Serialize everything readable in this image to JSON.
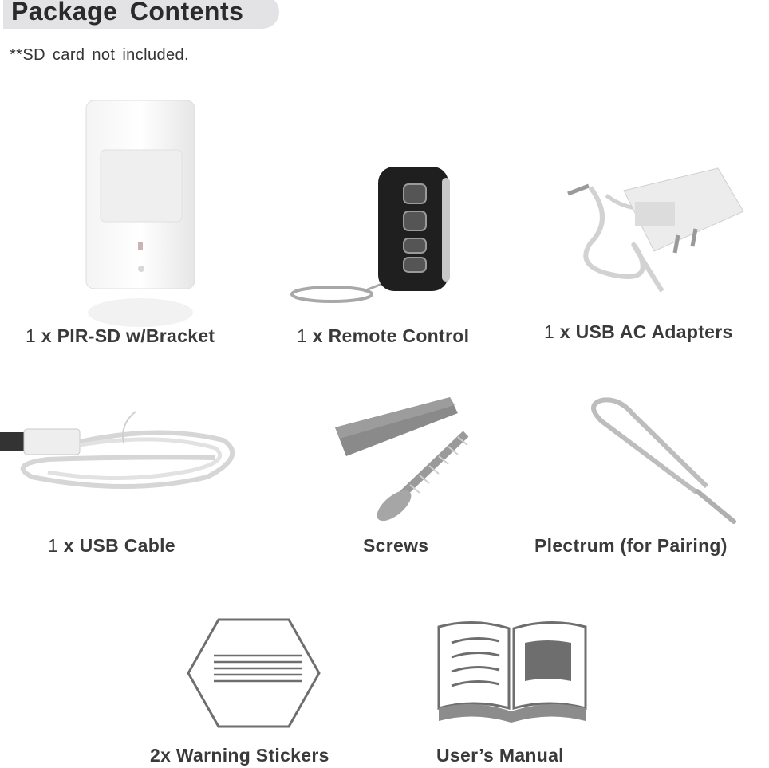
{
  "header": {
    "title": "Package  Contents",
    "note": "**SD  card  not  included."
  },
  "items": [
    {
      "qty": "1",
      "label": " x PIR-SD  w/Bracket",
      "icon": "pir-sensor-icon"
    },
    {
      "qty": "1",
      "label": " x Remote  Control",
      "icon": "remote-control-icon"
    },
    {
      "qty": "1",
      "label": " x USB AC  Adapters",
      "icon": "usb-ac-adapter-icon"
    },
    {
      "qty": "1",
      "label": " x USB Cable",
      "icon": "usb-cable-icon"
    },
    {
      "qty": "",
      "label": "Screws",
      "icon": "screw-icon"
    },
    {
      "qty": "",
      "label": "Plectrum  (for Pairing)",
      "icon": "plectrum-pin-icon"
    },
    {
      "qty": "",
      "label": "2x Warning  Stickers",
      "icon": "warning-sticker-icon"
    },
    {
      "qty": "",
      "label": "User’s Manual",
      "icon": "users-manual-icon"
    }
  ],
  "colors": {
    "header_bg": "#e3e3e6",
    "text": "#3a3a3a",
    "icon_gray": "#6e6e6e"
  }
}
